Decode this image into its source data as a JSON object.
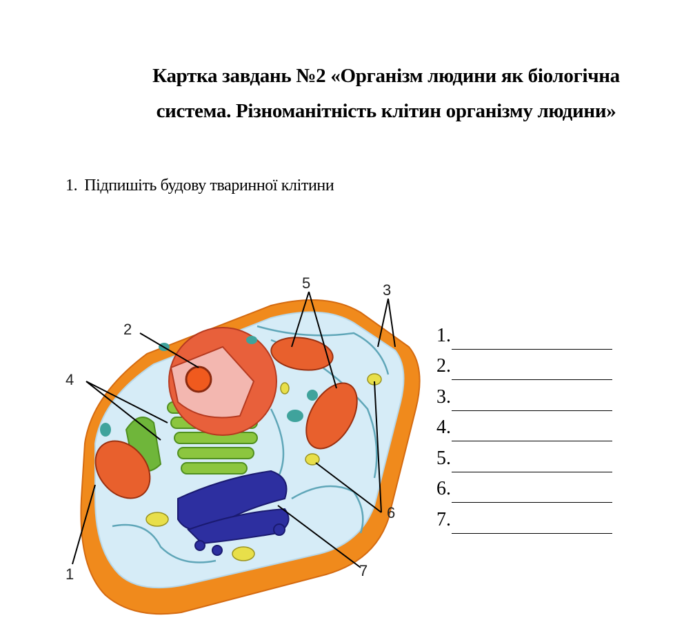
{
  "title": {
    "line1": "Картка завдань №2 «Організм людини як біологічна",
    "line2": "система. Різноманітність клітин організму людини»"
  },
  "task": {
    "number": "1.",
    "text": "Підпишіть будову тваринної клітини"
  },
  "diagram": {
    "labels": [
      "1",
      "2",
      "3",
      "4",
      "5",
      "6",
      "7"
    ]
  },
  "answers": [
    "1.",
    "2.",
    "3.",
    "4.",
    "5.",
    "6.",
    "7."
  ]
}
